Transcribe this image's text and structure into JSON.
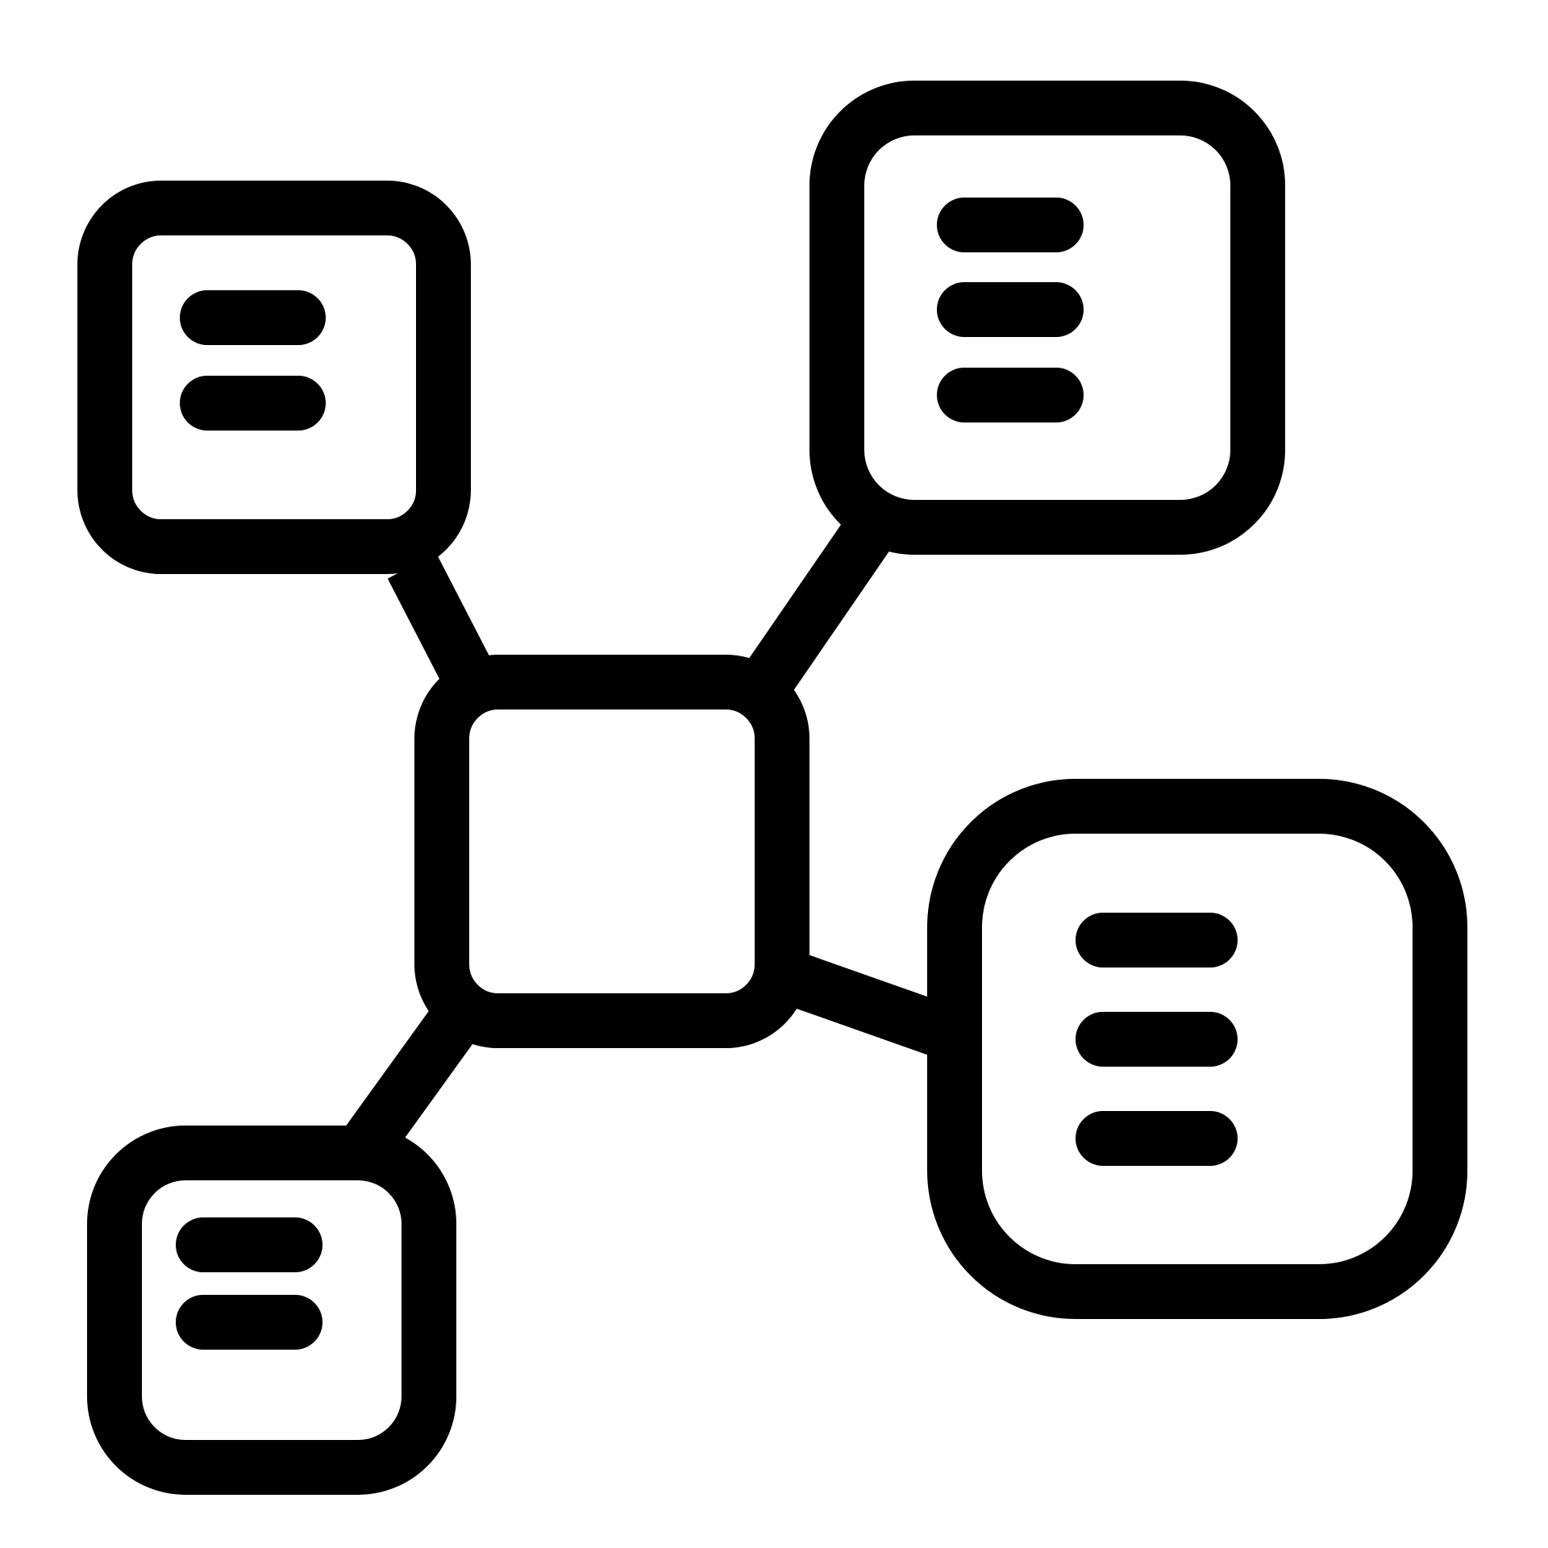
{
  "icon": {
    "name": "mind-map-icon",
    "stroke_color": "#000000",
    "background_color": "#ffffff"
  },
  "nodes": [
    {
      "id": "center",
      "lines": 0
    },
    {
      "id": "top-left",
      "lines": 2
    },
    {
      "id": "top-right",
      "lines": 3
    },
    {
      "id": "right",
      "lines": 3
    },
    {
      "id": "bottom-left",
      "lines": 2
    }
  ],
  "connections": [
    {
      "from": "center",
      "to": "top-left"
    },
    {
      "from": "center",
      "to": "top-right"
    },
    {
      "from": "center",
      "to": "right"
    },
    {
      "from": "center",
      "to": "bottom-left"
    }
  ]
}
